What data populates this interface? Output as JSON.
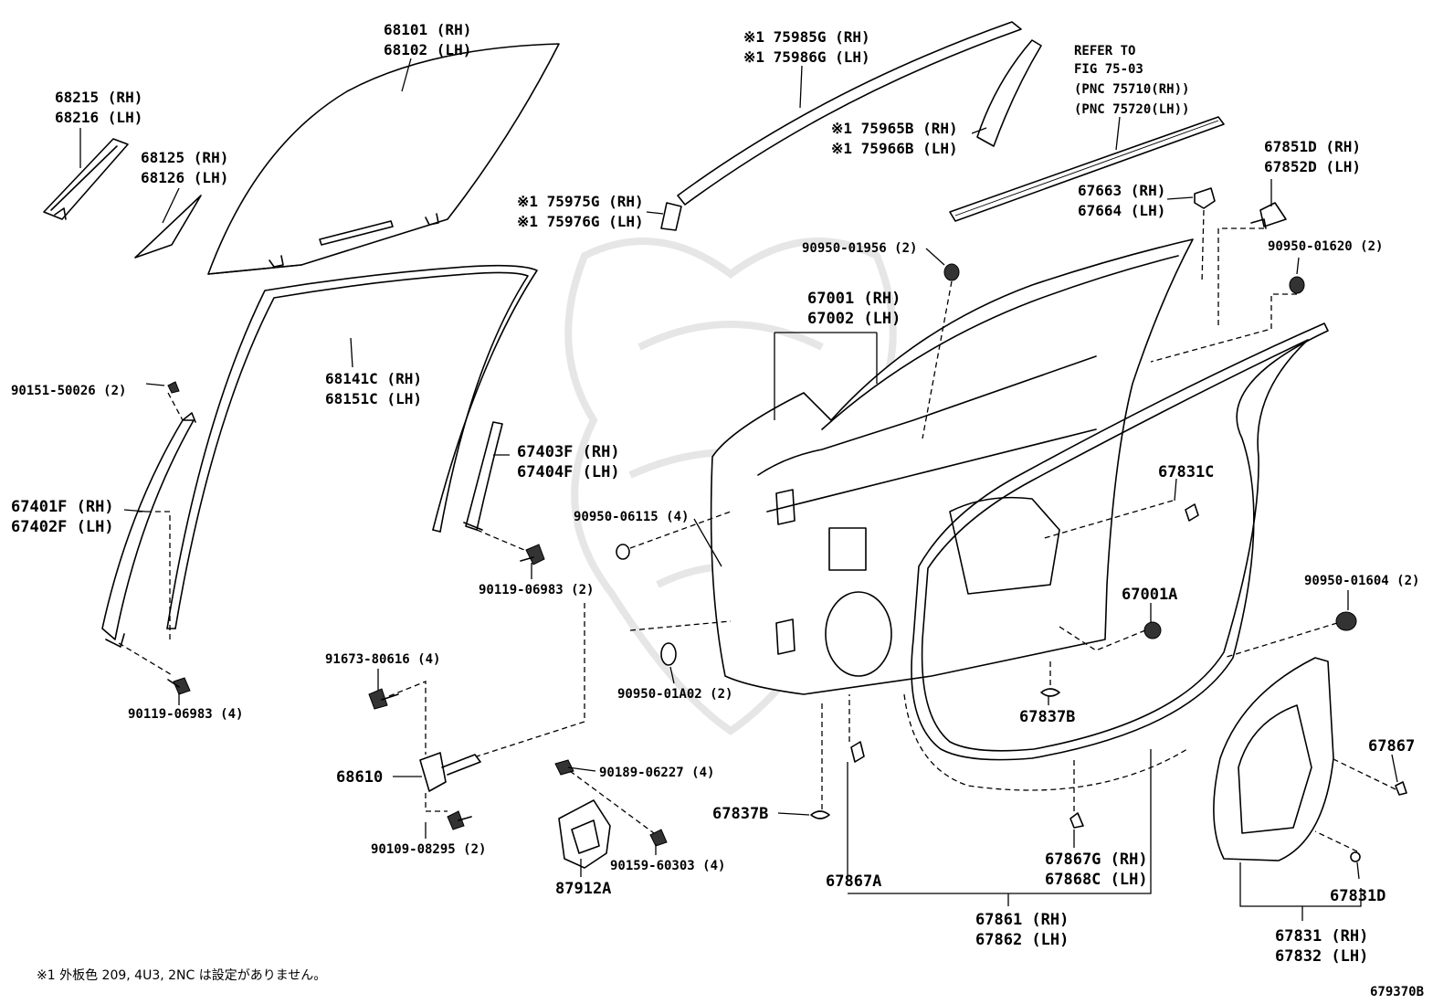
{
  "labels": {
    "p68101": "68101 (RH)",
    "p68102": "68102 (LH)",
    "p75985": "※1 75985G (RH)",
    "p75986": "※1 75986G (LH)",
    "refer1": "REFER TO",
    "refer2": "FIG 75-03",
    "refer3": "(PNC 75710(RH))",
    "refer4": "(PNC 75720(LH))",
    "p68215": "68215 (RH)",
    "p68216": "68216 (LH)",
    "p68125": "68125 (RH)",
    "p68126": "68126 (LH)",
    "p75965": "※1 75965B (RH)",
    "p75966": "※1 75966B (LH)",
    "p67851": "67851D (RH)",
    "p67852": "67852D (LH)",
    "p67663": "67663 (RH)",
    "p67664": "67664 (LH)",
    "p75975": "※1 75975G (RH)",
    "p75976": "※1 75976G (LH)",
    "p9095001956": "90950-01956 (2)",
    "p9095001620": "90950-01620 (2)",
    "p67001": "67001 (RH)",
    "p67002": "67002 (LH)",
    "p68141": "68141C (RH)",
    "p68151": "68151C (LH)",
    "p9015150026": "90151-50026 (2)",
    "p67403": "67403F (RH)",
    "p67404": "67404F (LH)",
    "p67831C": "67831C",
    "p67401": "67401F (RH)",
    "p67402": "67402F (LH)",
    "p9095006115": "90950-06115 (4)",
    "p9011906983a": "90119-06983 (2)",
    "p67001A": "67001A",
    "p9095001604": "90950-01604 (2)",
    "p9167380616": "91673-80616 (4)",
    "p9095001A02": "90950-01A02 (2)",
    "p67837B1": "67837B",
    "p9011906983b": "90119-06983 (4)",
    "p67867": "67867",
    "p68610": "68610",
    "p9018906227": "90189-06227 (4)",
    "p67837B2": "67837B",
    "p9010908295": "90109-08295 (2)",
    "p9015960303": "90159-60303 (4)",
    "p67867G": "67867G (RH)",
    "p67868C": "67868C (LH)",
    "p87912A": "87912A",
    "p67867A": "67867A",
    "p67831D": "67831D",
    "p67861": "67861 (RH)",
    "p67862": "67862 (LH)",
    "p67831": "67831 (RH)",
    "p67832": "67832 (LH)"
  },
  "footnote": "※1 外板色 209, 4U3, 2NC は設定がありません。",
  "figure_code": "679370B"
}
